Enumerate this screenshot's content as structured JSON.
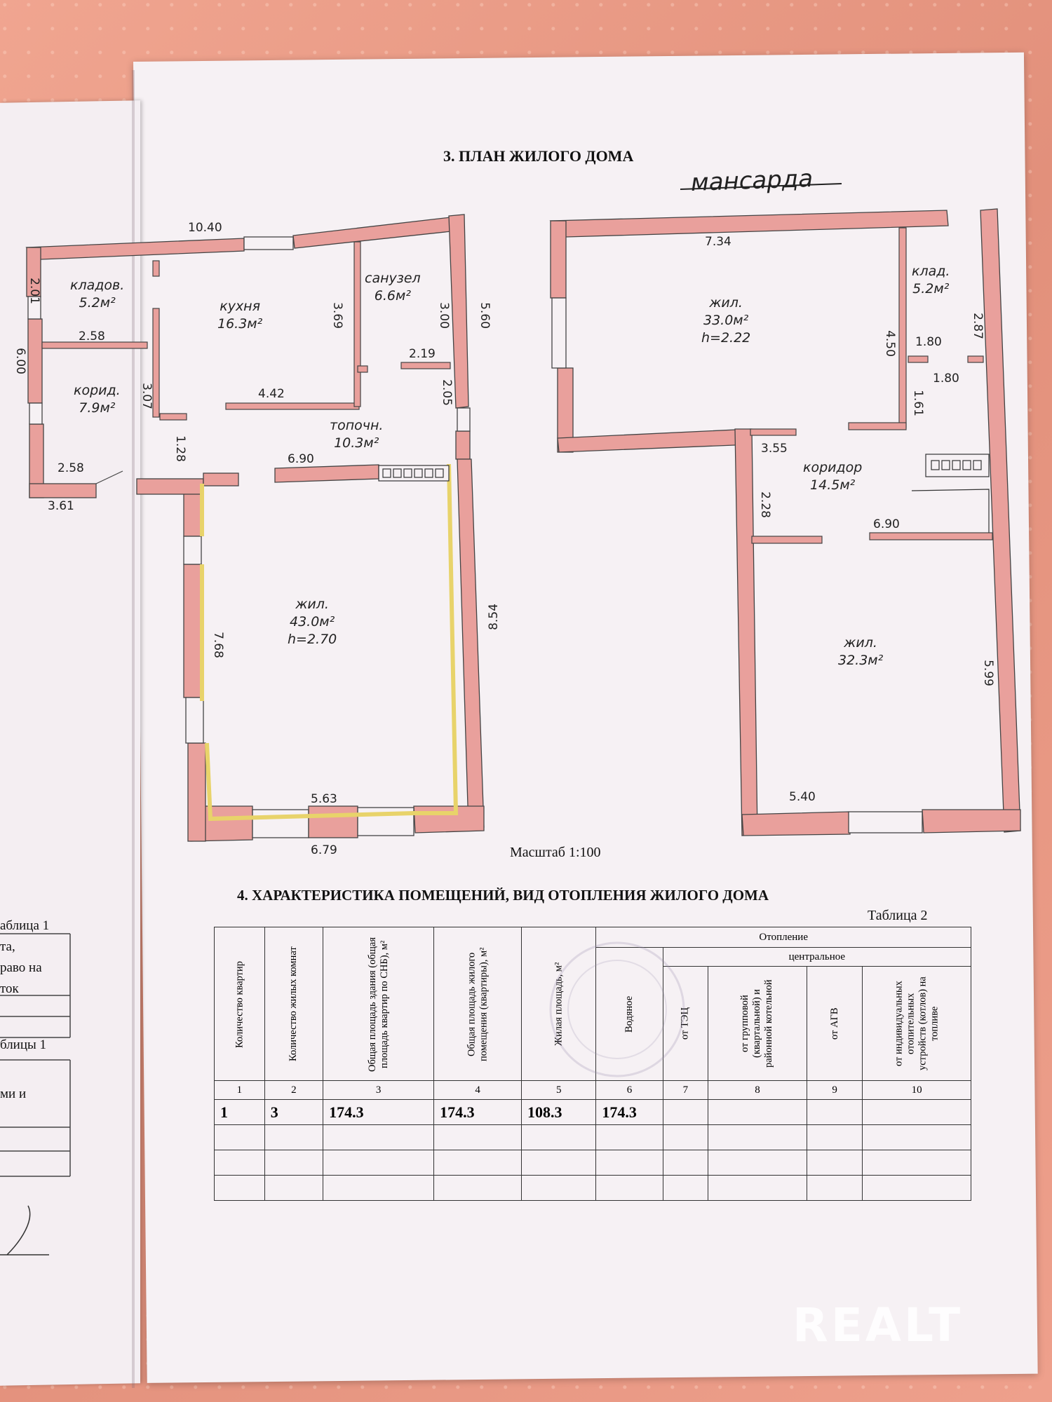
{
  "section3_title": "3. ПЛАН ЖИЛОГО ДОМА",
  "mansard_label": "мансарда",
  "scale_label": "Масштаб 1:100",
  "section4_title": "4. ХАРАКТЕРИСТИКА ПОМЕЩЕНИЙ, ВИД ОТОПЛЕНИЯ ЖИЛОГО ДОМА",
  "table_label": "Таблица 2",
  "ground_floor": {
    "dims": {
      "top": "10.40",
      "left": "6.00",
      "kladov_w": "2.01",
      "korid_w": "2.58",
      "korid_h": "3.07",
      "korid_bottom": "2.58",
      "bottom_left": "3.61",
      "kitchen_h": "3.69",
      "kitchen_w": "4.42",
      "sanuzel_h": "3.00",
      "right_top": "5.60",
      "topovn_w": "2.19",
      "topovn_h": "2.05",
      "door_w": "1.28",
      "living_top": "6.90",
      "living_h": "7.68",
      "right_long": "8.54",
      "living_bottom_in": "5.63",
      "living_bottom": "6.79"
    },
    "rooms": {
      "kladov": [
        "кладов.",
        "5.2м²"
      ],
      "kuhnya": [
        "кухня",
        "16.3м²"
      ],
      "sanuzel": [
        "санузел",
        "6.6м²"
      ],
      "korid": [
        "корид.",
        "7.9м²"
      ],
      "topovn": [
        "топочн.",
        "10.3м²"
      ],
      "zhil": [
        "жил.",
        "43.0м²",
        "h=2.70"
      ]
    }
  },
  "mansard": {
    "dims": {
      "top": "7.34",
      "room_h": "4.50",
      "hall_w": "1.80",
      "hall_w2": "1.80",
      "klad_h": "2.87",
      "wall_h": "1.61",
      "corr_w": "3.55",
      "corr_h": "2.28",
      "living_top": "6.90",
      "living_h": "5.99",
      "living_bottom": "5.40"
    },
    "rooms": {
      "zhil1": [
        "жил.",
        "33.0м²",
        "h=2.22"
      ],
      "klad": [
        "клад.",
        "5.2м²"
      ],
      "koridor": [
        "коридор",
        "14.5м²"
      ],
      "zhil2": [
        "жил.",
        "32.3м²"
      ]
    }
  },
  "table2": {
    "heating": "Отопление",
    "central": "центральное",
    "headers": [
      "Количество квартир",
      "Количество жилых комнат",
      "Общая площадь здания (общая площадь квартир по СНБ), м²",
      "Общая площадь жилого помещения (квартиры), м²",
      "Жилая площадь, м²",
      "Водяное",
      "от ТЭЦ",
      "от групповой (квартальной) и районной котельной",
      "от АГВ",
      "от индивидуальных отопительных устройств (котлов) на топливе"
    ],
    "numbers": [
      "1",
      "2",
      "3",
      "4",
      "5",
      "6",
      "7",
      "8",
      "9",
      "10"
    ],
    "row": [
      "1",
      "3",
      "174.3",
      "174.3",
      "108.3",
      "174.3",
      "",
      "",
      "",
      ""
    ]
  },
  "left_page": {
    "t1": "аблица 1",
    "l1": "та,",
    "l2": "раво на",
    "l3": "ток",
    "t2": "блицы 1",
    "l4": "ми и"
  },
  "watermark": "REALT"
}
